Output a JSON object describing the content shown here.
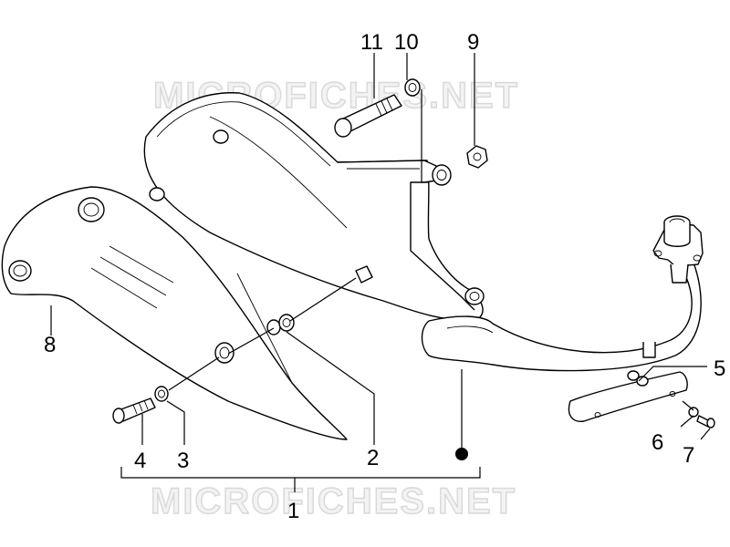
{
  "watermark": {
    "top": "MICROFICHES.NET",
    "bottom": "MICROFICHES.NET"
  },
  "callouts": {
    "c1": "1",
    "c2": "2",
    "c3": "3",
    "c4": "4",
    "c5": "5",
    "c6": "6",
    "c7": "7",
    "c8": "8",
    "c9": "9",
    "c10": "10",
    "c11": "11"
  }
}
